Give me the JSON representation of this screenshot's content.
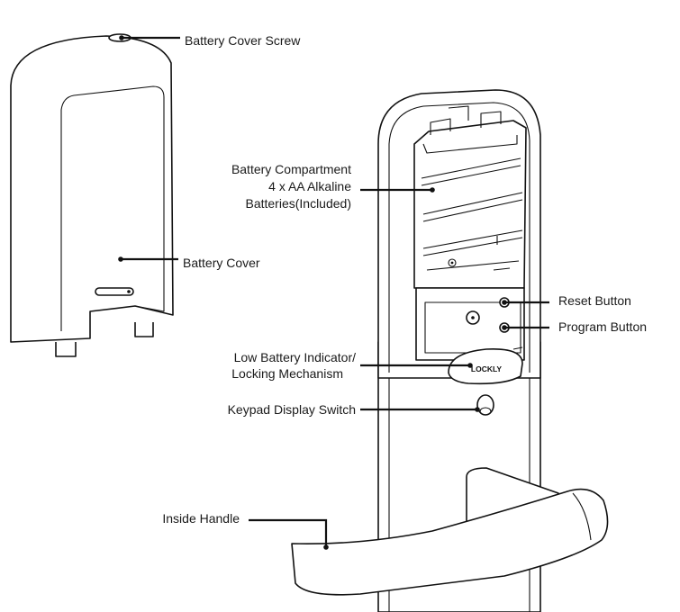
{
  "labels": {
    "battery_cover_screw": "Battery Cover Screw",
    "battery_compartment_line1": "Battery Compartment",
    "battery_compartment_line2": "4 x AA Alkaline",
    "battery_compartment_line3": "Batteries(Included)",
    "battery_cover": "Battery Cover",
    "reset_button": "Reset Button",
    "program_button": "Program Button",
    "low_battery_line1": "Low Battery Indicator/",
    "low_battery_line2": "Locking Mechanism",
    "keypad_display_switch": "Keypad Display Switch",
    "inside_handle": "Inside Handle"
  },
  "brand_logo_text": "LOCKLY"
}
